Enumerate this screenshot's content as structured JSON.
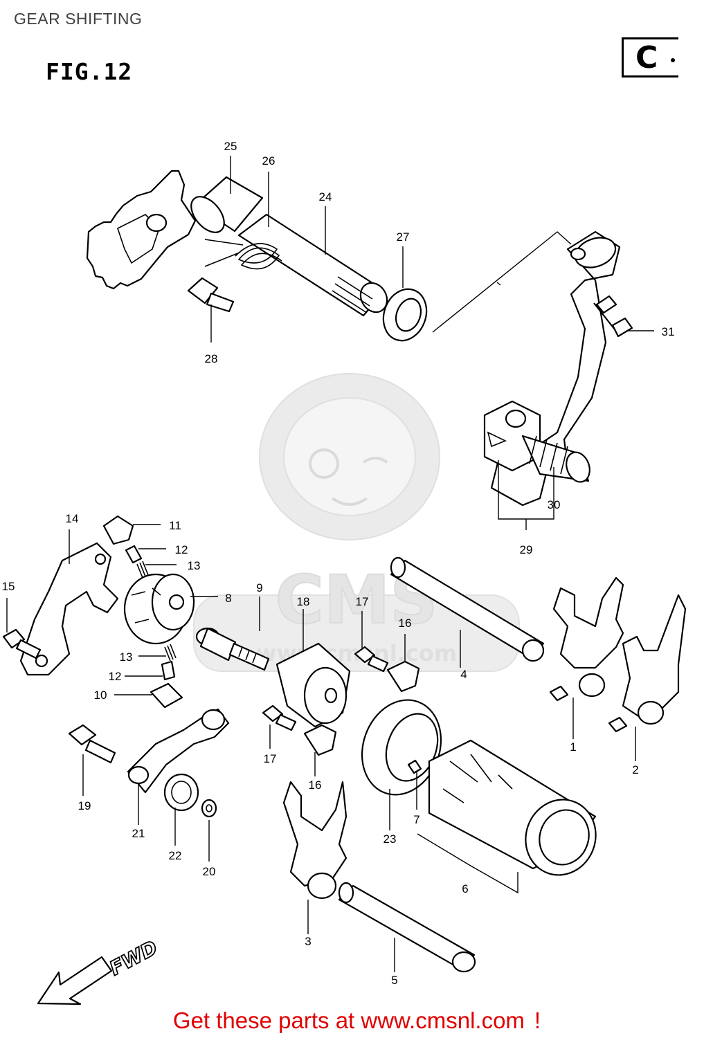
{
  "header": {
    "title": "GEAR SHIFTING"
  },
  "figure": {
    "label": "FIG.12",
    "section": "C"
  },
  "watermark": {
    "text": "CMS",
    "url": "www.cmsnl.com"
  },
  "direction_marker": {
    "label": "FWD"
  },
  "callouts": [
    "1",
    "2",
    "3",
    "4",
    "5",
    "6",
    "7",
    "8",
    "9",
    "10",
    "11",
    "12",
    "12",
    "13",
    "13",
    "14",
    "15",
    "16",
    "16",
    "17",
    "17",
    "18",
    "19",
    "20",
    "21",
    "22",
    "23",
    "24",
    "25",
    "26",
    "27",
    "28",
    "29",
    "30",
    "31"
  ],
  "footer": {
    "text": "Get these parts at www.cmsnl.com",
    "suffix": "!"
  }
}
